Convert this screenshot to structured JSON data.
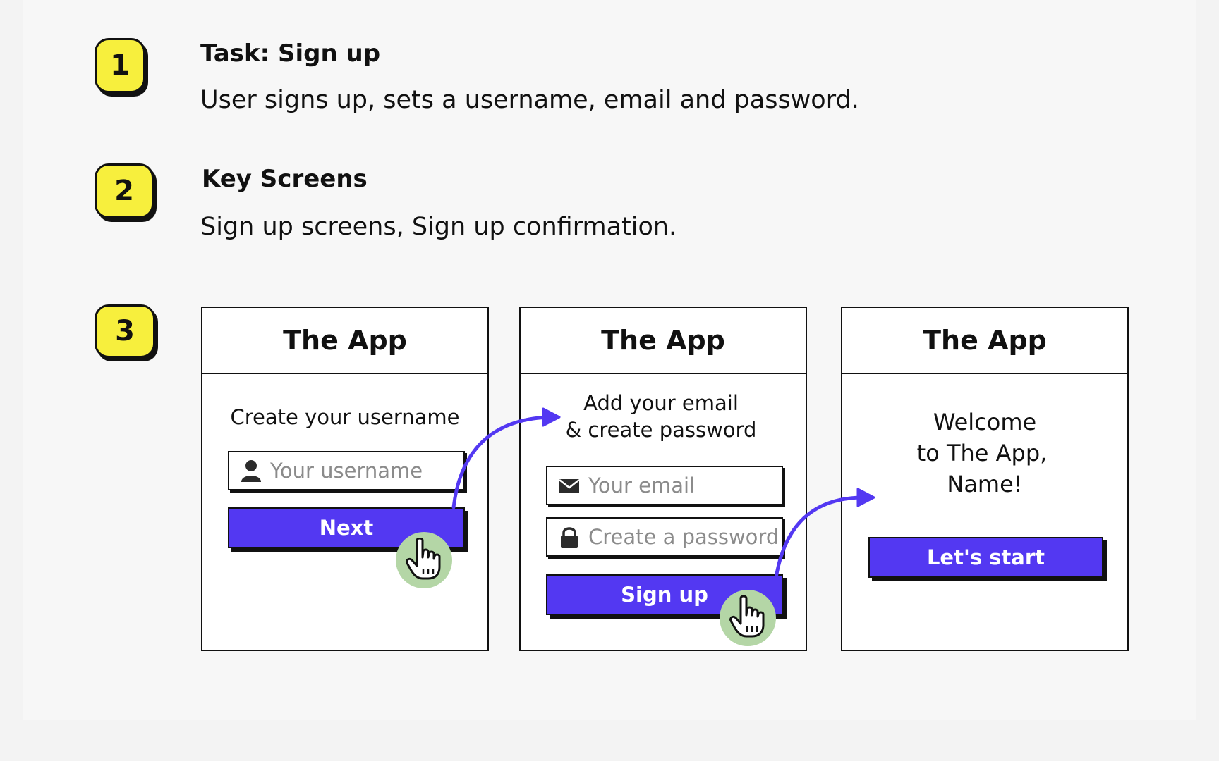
{
  "steps": [
    {
      "number": "1",
      "title": "Task: Sign up",
      "description": "User signs up, sets a username, email and password."
    },
    {
      "number": "2",
      "title": "Key Screens",
      "description": "Sign up screens, Sign up confirmation."
    },
    {
      "number": "3"
    }
  ],
  "screens": [
    {
      "title": "The App",
      "prompt": "Create your username",
      "username_placeholder": "Your username",
      "button": "Next"
    },
    {
      "title": "The App",
      "prompt_line1": "Add your email",
      "prompt_line2": "& create password",
      "email_placeholder": "Your email",
      "password_placeholder": "Create a password",
      "button": "Sign up"
    },
    {
      "title": "The App",
      "welcome_line1": "Welcome",
      "welcome_line2": "to The App,",
      "welcome_line3": "Name!",
      "button": "Let's start"
    }
  ],
  "colors": {
    "badge": "#f7ef3d",
    "accent": "#5338f2",
    "cursor_circle": "#b4d6a6"
  },
  "icons": [
    "user-icon",
    "envelope-icon",
    "lock-icon",
    "hand-pointer-icon",
    "arrow-icon"
  ]
}
